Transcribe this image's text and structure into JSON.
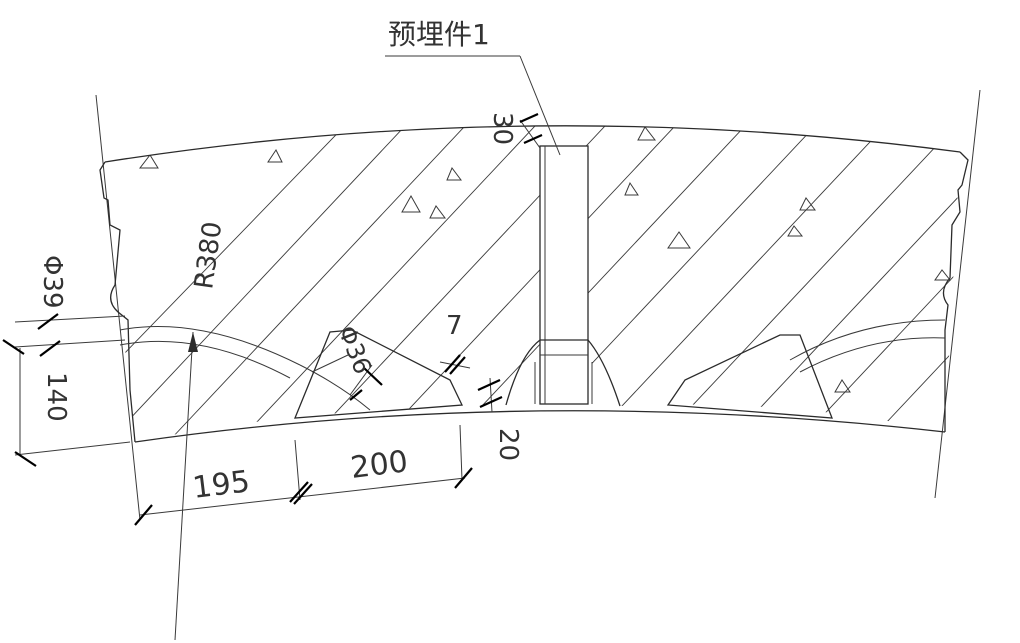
{
  "drawing": {
    "callout_label": "预埋件1",
    "dim_30": "30",
    "radius_label": "R380",
    "phi39_label": "Φ39",
    "phi36_label": "Φ36",
    "dim_7": "7",
    "dim_140": "140",
    "dim_20": "20",
    "dim_195": "195",
    "dim_200": "200"
  }
}
